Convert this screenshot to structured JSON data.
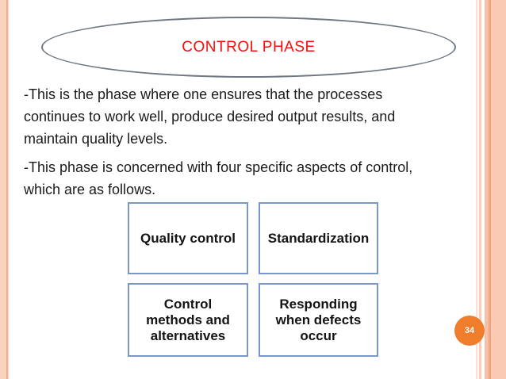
{
  "slide": {
    "title": "CONTROL PHASE",
    "paragraphs": [
      "-This is the phase where one ensures that the processes\ncontinues to work well, produce desired output results, and\nmaintain quality levels.",
      "-This phase is concerned with four specific aspects of control,\nwhich are as follows."
    ],
    "boxes": [
      {
        "label": "Quality control"
      },
      {
        "label": "Standardization"
      },
      {
        "label": "Control\nmethods and\nalternatives"
      },
      {
        "label": "Responding\nwhen defects\noccur"
      }
    ],
    "page_number": "34",
    "colors": {
      "title": "#F90D0A",
      "ellipse_border": "#6F7782",
      "box_border": "#7B96C8",
      "badge": "#EF7D2B",
      "stripe_light": "#FAD2C0",
      "stripe_dark": "#F0A584"
    }
  }
}
